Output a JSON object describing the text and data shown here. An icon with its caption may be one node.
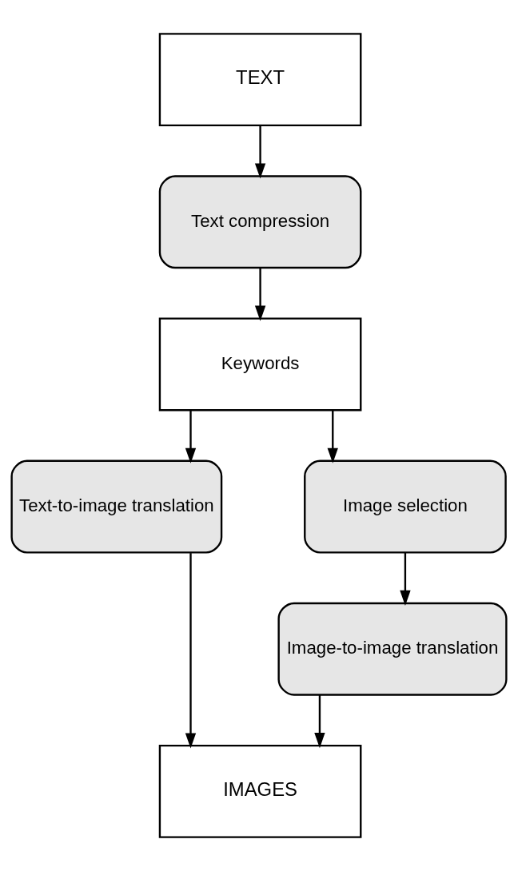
{
  "diagram": {
    "nodes": [
      {
        "text": [
          "TEXT"
        ]
      },
      {
        "text": [
          "Text compression"
        ]
      },
      {
        "text": [
          "Keywords"
        ]
      },
      {
        "text": [
          "Text-to-image translation"
        ]
      },
      {
        "text": [
          "Image selection"
        ]
      },
      {
        "text": [
          "Image-to-image translation"
        ]
      },
      {
        "text": [
          "IMAGES"
        ]
      }
    ],
    "edges": [
      {
        "from": 0,
        "to": 1,
        "arrow": "to"
      },
      {
        "from": 1,
        "to": 2,
        "arrow": "to"
      },
      {
        "from": 2,
        "to": 3,
        "arrow": "to"
      },
      {
        "from": 2,
        "to": 4,
        "arrow": "to"
      },
      {
        "from": 4,
        "to": 5,
        "arrow": "to"
      },
      {
        "from": 3,
        "to": 6,
        "arrow": "to"
      },
      {
        "from": 5,
        "to": 6,
        "arrow": "to"
      }
    ]
  }
}
